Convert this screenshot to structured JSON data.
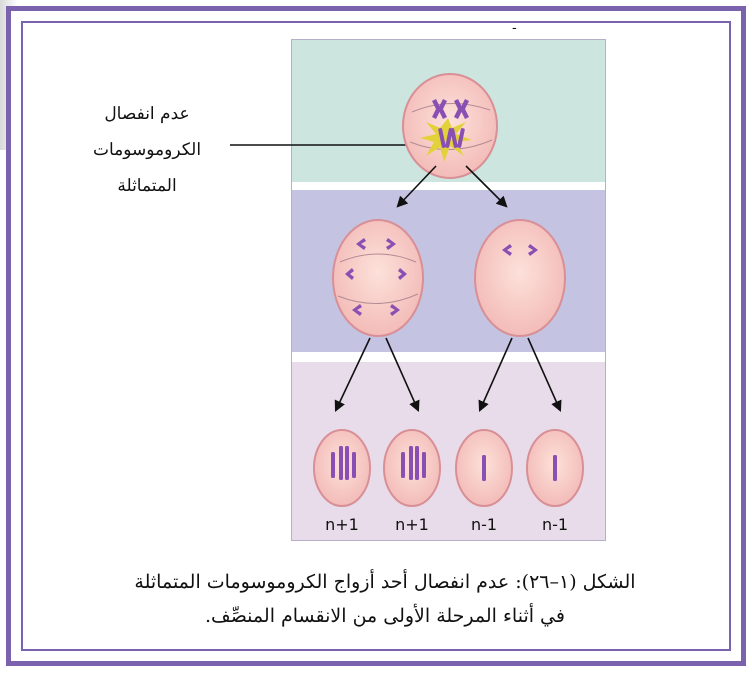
{
  "callout": {
    "line1": "عدم انفصال الكروموسومات",
    "line2": "المتماثلة"
  },
  "cells": [
    {
      "label": "n+1"
    },
    {
      "label": "n+1"
    },
    {
      "label": "n-1"
    },
    {
      "label": "n-1"
    }
  ],
  "caption": {
    "line1": "الشكل (١–٢٦): عدم انفصال أحد أزواج الكروموسومات المتماثلة",
    "line2": "في أثناء المرحلة الأولى من الانقسام المنصِّف."
  },
  "top_mark": "-",
  "colors": {
    "frame": "#7b62ad",
    "band_top": "#cce6df",
    "band_middle": "#c4c3e2",
    "band_bottom": "#e8dcea",
    "cell_fill": "#f6c8c4",
    "chromosome": "#8a4fb3",
    "spindle_star": "#e3d13a"
  }
}
